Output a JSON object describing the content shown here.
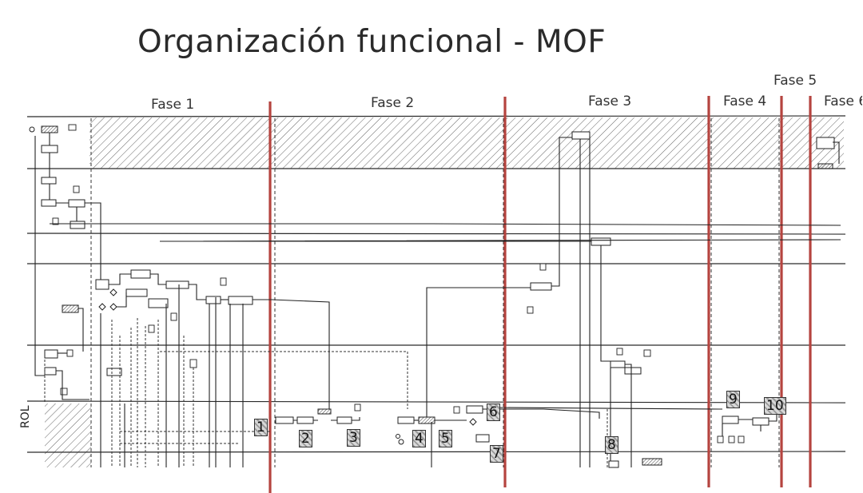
{
  "title": "Organización funcional - MOF",
  "phases": [
    {
      "label": "Fase 1"
    },
    {
      "label": "Fase 2"
    },
    {
      "label": "Fase 3"
    },
    {
      "label": "Fase 4"
    },
    {
      "label": "Fase 5"
    },
    {
      "label": "Fase 6"
    }
  ],
  "role_label": "ROL",
  "steps": [
    "1",
    "2",
    "3",
    "4",
    "5",
    "6",
    "7",
    "8",
    "9",
    "10"
  ],
  "colors": {
    "phase_divider": "#b5443f",
    "line": "#2a2a2a",
    "hatch": "#555555"
  }
}
